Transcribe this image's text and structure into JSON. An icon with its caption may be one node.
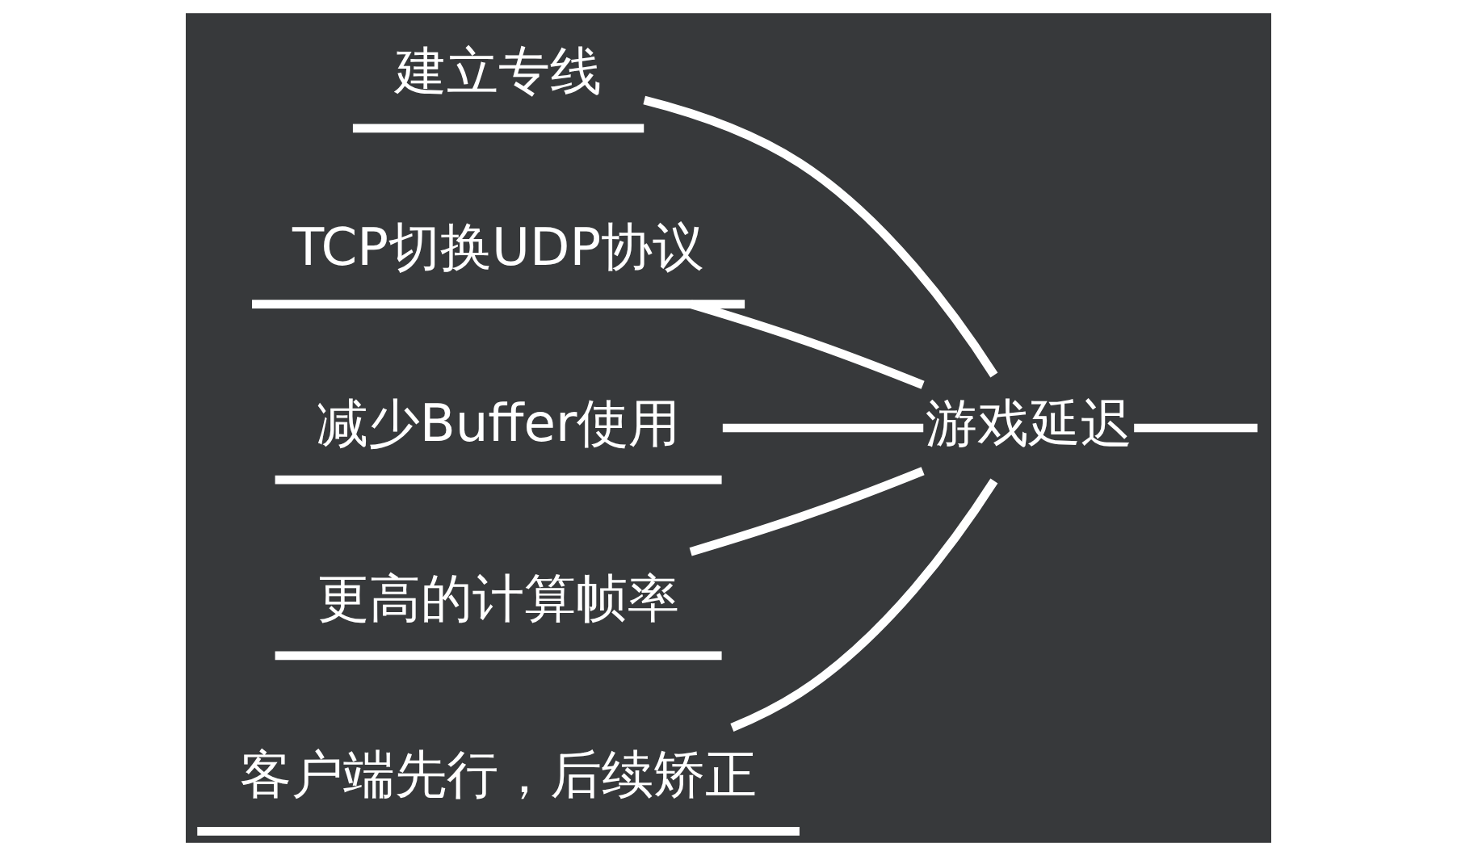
{
  "diagram": {
    "nodes": [
      {
        "text": [
          "游戏延迟"
        ]
      },
      {
        "text": [
          "建立专线"
        ]
      },
      {
        "text": [
          "TCP切换UDP协议"
        ]
      },
      {
        "text": [
          "减少Buffer使用"
        ]
      },
      {
        "text": [
          "更高的计算帧率"
        ]
      },
      {
        "text": [
          "客户端先行，后续矫正"
        ]
      }
    ],
    "edges": [
      {
        "from": null,
        "to": 0,
        "arrow": "none"
      },
      {
        "from": 0,
        "to": 1,
        "arrow": "none"
      },
      {
        "from": 0,
        "to": 2,
        "arrow": "none"
      },
      {
        "from": 0,
        "to": 3,
        "arrow": "none"
      },
      {
        "from": 0,
        "to": 4,
        "arrow": "none"
      },
      {
        "from": 0,
        "to": 5,
        "arrow": "none"
      }
    ]
  }
}
